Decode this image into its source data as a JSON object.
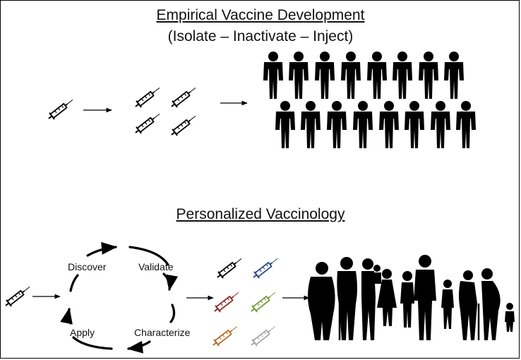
{
  "section_empirical": {
    "title": "Empirical Vaccine Development",
    "subtitle": "(Isolate – Inactivate – Inject)"
  },
  "section_personalized": {
    "title": "Personalized Vaccinology",
    "cycle": {
      "discover": "Discover",
      "validate": "Validate",
      "characterize": "Characterize",
      "apply": "Apply"
    }
  },
  "icons": [
    "syringe-icon",
    "arrow-right-icon",
    "person-icon",
    "cycle-arrow-icon",
    "silhouette-icon"
  ],
  "colors": {
    "ink": "#000000",
    "syringe_blue": "#2e4a8c",
    "syringe_red": "#8b2b2b",
    "syringe_green": "#7a9a3a",
    "syringe_orange": "#b5702a",
    "syringe_grey": "#a8a8a8"
  }
}
